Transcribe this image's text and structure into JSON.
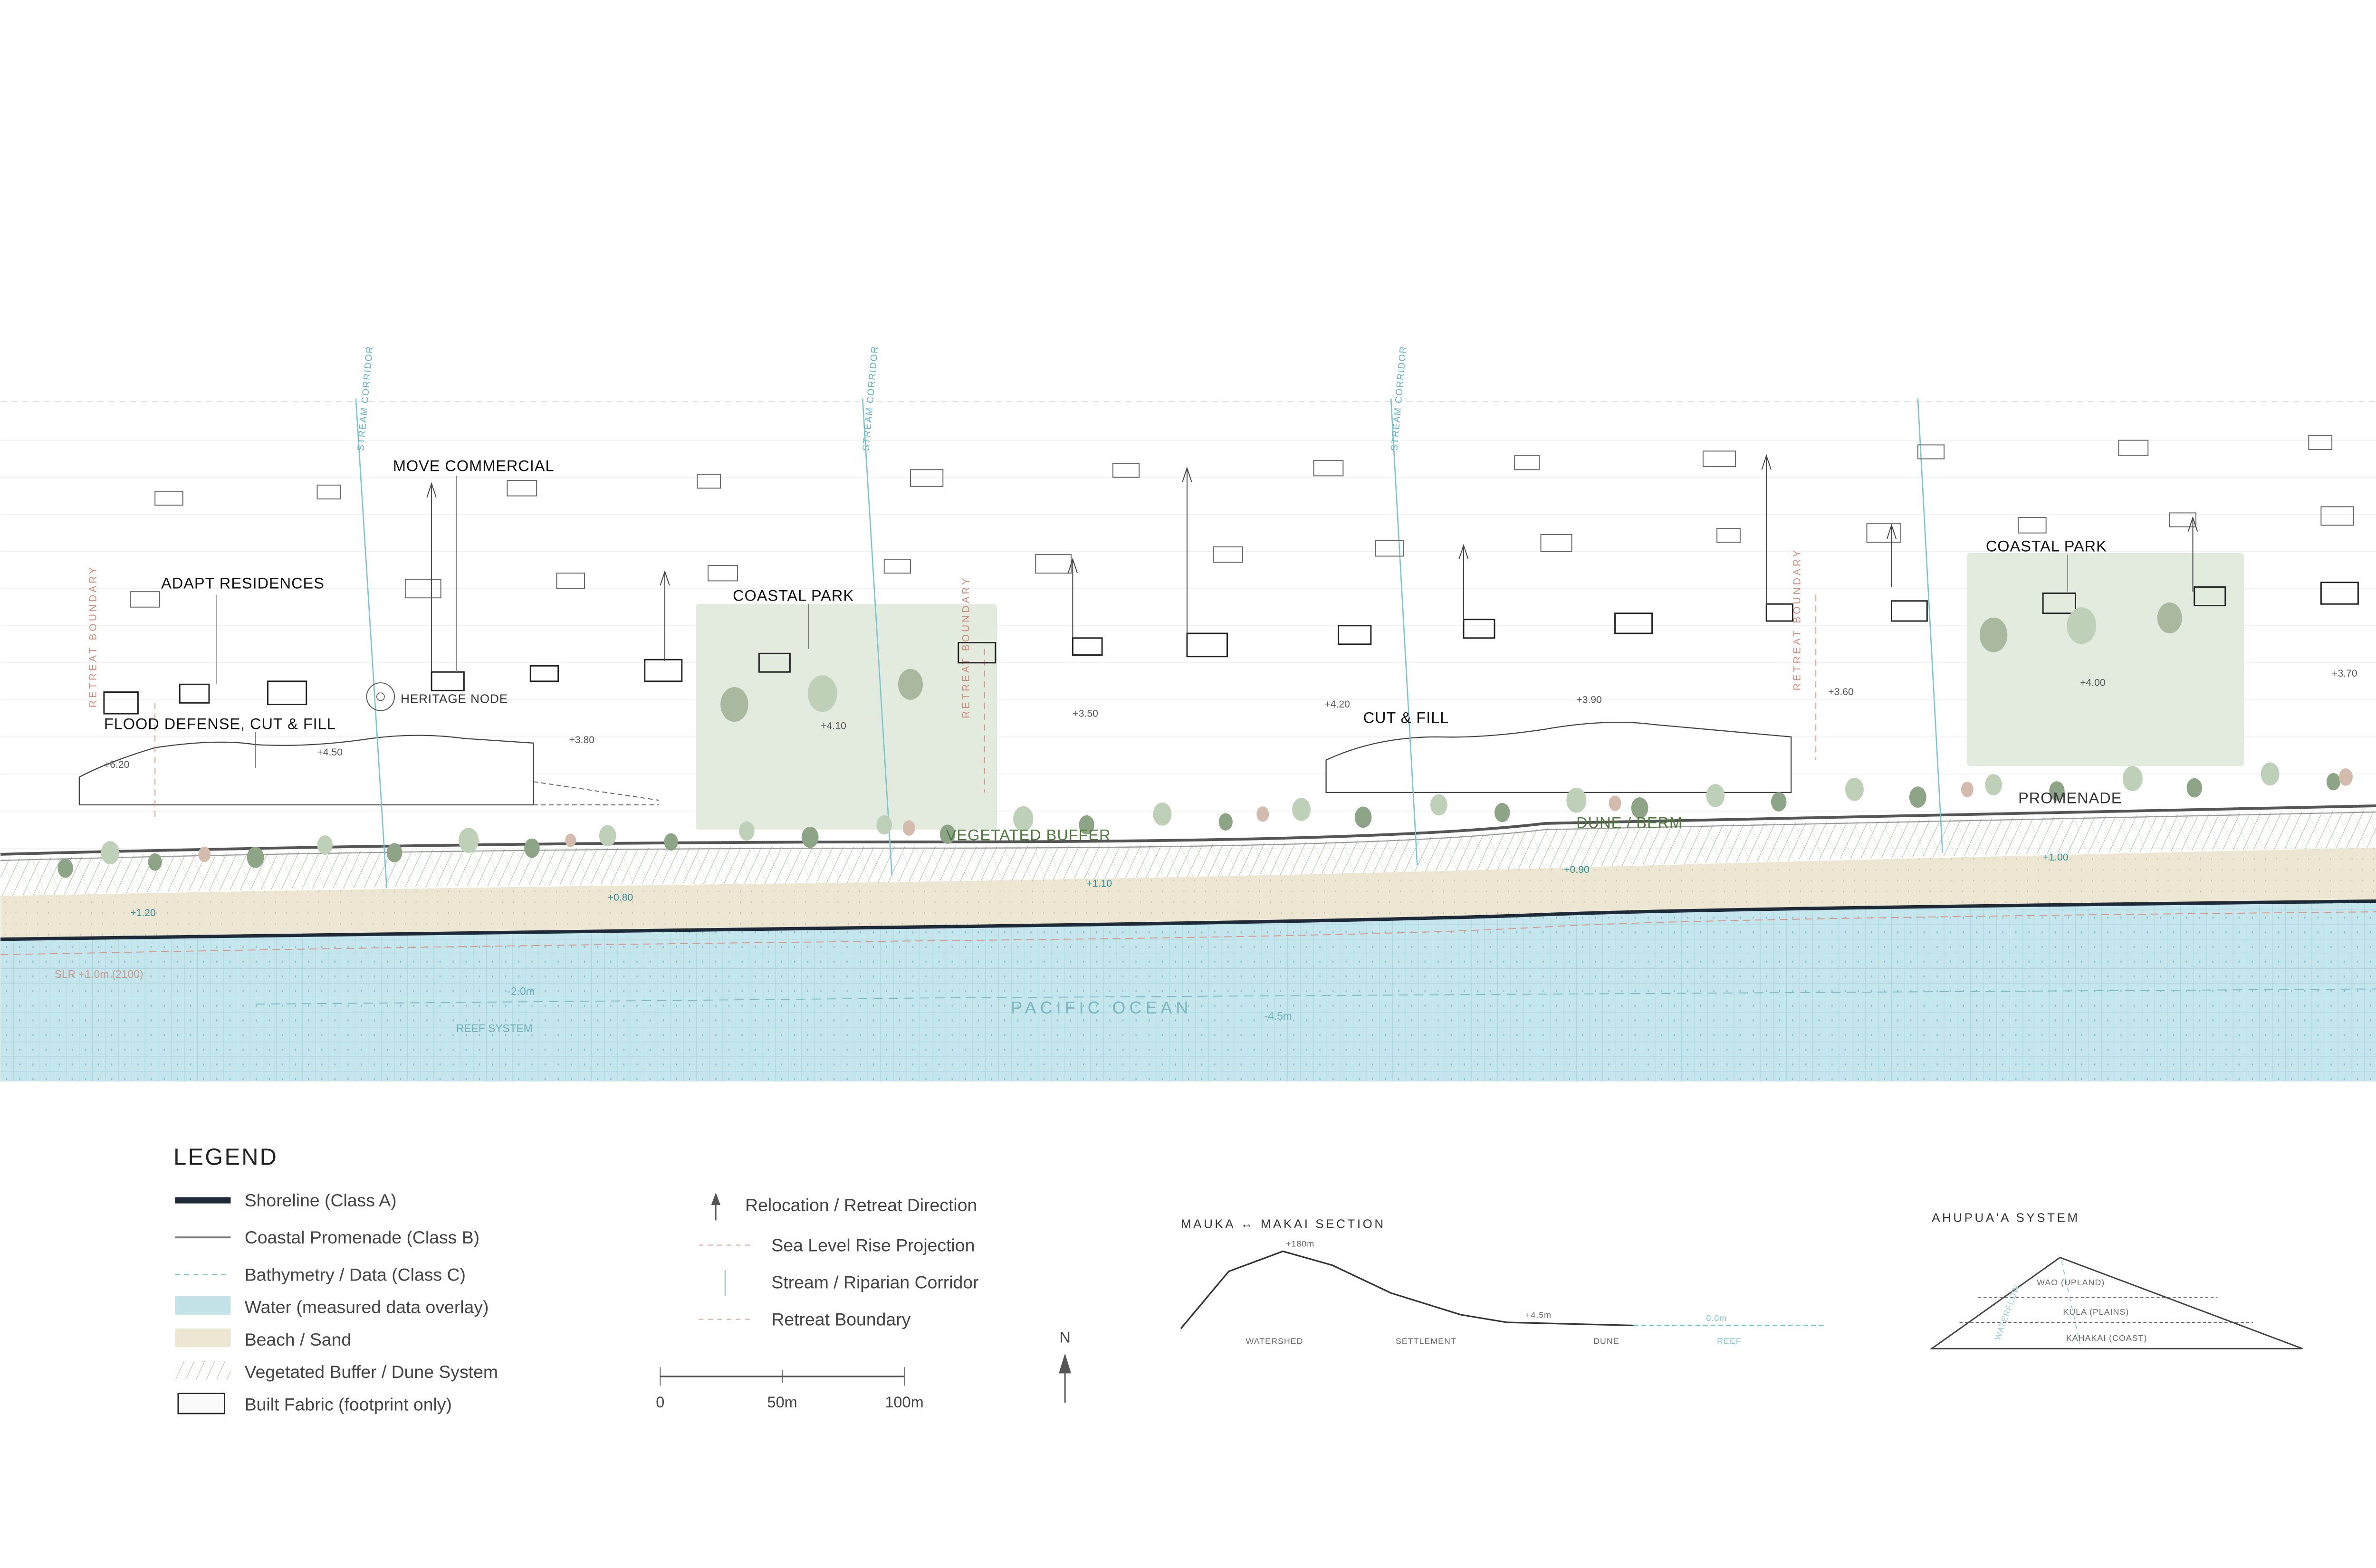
{
  "colors": {
    "water": "#c4e6ec",
    "sand": "#ede6d3",
    "shoreline": "#1f2a38",
    "promenade": "#555555",
    "park": "#e3ebdf",
    "stream": "#7cc4cf",
    "retreat": "#d9978a",
    "tree_light": "#bfd0b9",
    "tree_mid": "#a9b99f",
    "tree_dark": "#8ea486",
    "tree_pink": "#d3bcae"
  },
  "plan": {
    "stream_label": "STREAM CORRIDOR",
    "retreat_label": "RETREAT BOUNDARY",
    "annotations": {
      "adapt_residences": "ADAPT RESIDENCES",
      "move_commercial": "MOVE COMMERCIAL",
      "coastal_park_1": "COASTAL PARK",
      "flood_defense": "FLOOD DEFENSE, CUT & FILL",
      "heritage_node": "HERITAGE NODE",
      "cut_fill": "CUT & FILL",
      "coastal_park_2": "COASTAL PARK",
      "promenade": "PROMENADE",
      "vegetated_buffer": "VEGETATED BUFFER",
      "dune_berm": "DUNE / BERM"
    },
    "land_elevations": [
      "+6.20",
      "+4.50",
      "+3.80",
      "+4.10",
      "+3.50",
      "+4.20",
      "+3.90",
      "+3.60",
      "+4.00",
      "+3.70"
    ],
    "beach_elevations": [
      "+1.20",
      "+0.80",
      "+1.10",
      "+0.90",
      "+1.00"
    ],
    "ocean": {
      "slr": "SLR +1.0m (2100)",
      "depth_1": "-2.0m",
      "reef": "REEF SYSTEM",
      "name": "PACIFIC OCEAN",
      "depth_2": "-4.5m"
    }
  },
  "legend": {
    "title": "LEGEND",
    "items": [
      "Shoreline (Class A)",
      "Coastal Promenade (Class B)",
      "Bathymetry / Data (Class C)",
      "Water (measured data overlay)",
      "Beach / Sand",
      "Vegetated Buffer / Dune System",
      "Built Fabric (footprint only)"
    ],
    "items_right": [
      "Relocation / Retreat Direction",
      "Sea Level Rise Projection",
      "Stream / Riparian Corridor",
      "Retreat Boundary"
    ],
    "scale": [
      "0",
      "50m",
      "100m"
    ],
    "north": "N"
  },
  "section": {
    "title": "MAUKA ↔ MAKAI SECTION",
    "peak": "+180m",
    "dune_elev": "+4.5m",
    "sea_elev": "0.0m",
    "zones": [
      "WATERSHED",
      "SETTLEMENT",
      "DUNE",
      "REEF"
    ]
  },
  "ahupuaa": {
    "title": "AHUPUA'A SYSTEM",
    "flow": "WATERFLOW",
    "zones": [
      "WAO (UPLAND)",
      "KULA (PLAINS)",
      "KAHAKAI (COAST)"
    ]
  }
}
